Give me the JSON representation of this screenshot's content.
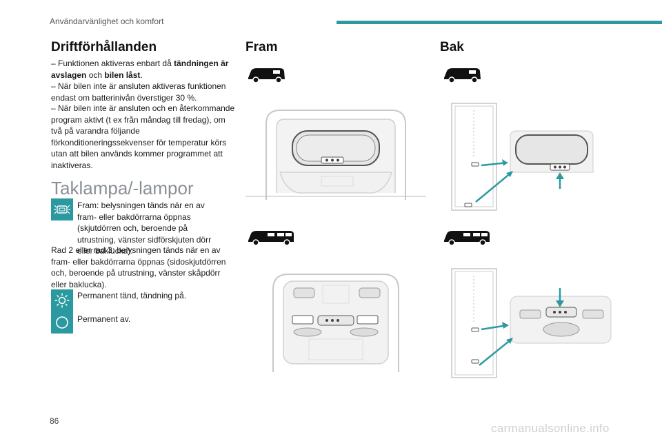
{
  "header": {
    "title": "Användarvänlighet och komfort",
    "accent_color": "#2b9aa0"
  },
  "left": {
    "heading": "Driftförhållanden",
    "para1_prefix": "– Funktionen aktiveras enbart då ",
    "para1_b1": "tändningen är avslagen",
    "para1_mid": " och ",
    "para1_b2": "bilen låst",
    "para1_end": ".",
    "para2": "– När bilen inte är ansluten aktiveras funktionen endast om batterinivån överstiger 30 %.",
    "para3": "– När bilen inte är ansluten och en återkommande program aktivt (t ex från måndag till fredag), om två på varandra följande förkonditioneringssekvenser för temperatur körs utan att bilen används kommer programmet att inaktiveras.",
    "section_title": "Taklampa/-lampor",
    "item1_text": "Fram: belysningen tänds när en av fram- eller bakdörrarna öppnas (skjutdörren och, beroende på utrustning, vänster sidförskjuten dörr eller baklucka).",
    "item1_text2": "Rad 2 eller rad 3: belysningen tänds när en av fram- eller bakdörrarna öppnas (sidoskjutdörren och, beroende på utrustning, vänster skåpdörr eller baklucka).",
    "item2_text": "Permanent tänd, tändning på.",
    "item3_text": "Permanent av.",
    "icons": [
      "door-light-icon",
      "sun-icon",
      "circle-off-icon"
    ]
  },
  "mid": {
    "heading": "Fram"
  },
  "right": {
    "heading": "Bak"
  },
  "footer": {
    "page_number": "86",
    "watermark": "carmanualsonline.info"
  }
}
